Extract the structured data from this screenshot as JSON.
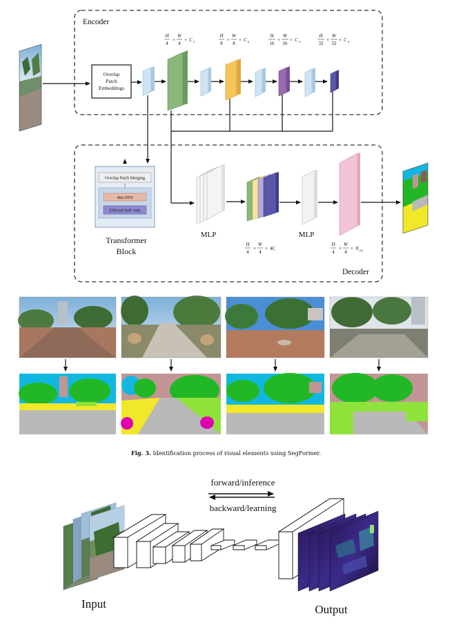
{
  "figure3": {
    "encoder_label": "Encoder",
    "decoder_label": "Decoder",
    "patch_embed_lines": [
      "Overlap",
      "Patch",
      "Embeddings"
    ],
    "stage_dims": [
      {
        "num": "H",
        "den": "4",
        "num2": "W",
        "den2": "4",
        "ch": "C",
        "sub": "1"
      },
      {
        "num": "H",
        "den": "8",
        "num2": "W",
        "den2": "8",
        "ch": "C",
        "sub": "2"
      },
      {
        "num": "H",
        "den": "16",
        "num2": "W",
        "den2": "16",
        "ch": "C",
        "sub": "3"
      },
      {
        "num": "H",
        "den": "32",
        "num2": "W",
        "den2": "32",
        "ch": "C",
        "sub": "4"
      }
    ],
    "transformer_block": {
      "overlap_merging": "Overlap Patch Merging",
      "mix_ffn": "Mix-FFN",
      "attn": "Efficient Self-Attn",
      "title_lines": [
        "Transformer",
        "Block"
      ]
    },
    "mlp1": "MLP",
    "mlp2": "MLP",
    "concat_dim": {
      "num": "H",
      "den": "4",
      "num2": "W",
      "den2": "4",
      "ch": "4C"
    },
    "out_dim": {
      "num": "H",
      "den": "4",
      "num2": "W",
      "den2": "4",
      "ch": "N",
      "sub": "cls"
    },
    "caption_label": "Fig. 3.",
    "caption_text": "Identification process of visual elements using SegFormer.",
    "colors": {
      "light_blue": "#cfe4f3",
      "green": "#8ab87a",
      "orange": "#f6c45a",
      "purple": "#9a6bb0",
      "indigo": "#5a56a8",
      "pink": "#f1c3d6",
      "yellow": "#f2f07a",
      "seg_sky": "#12b7e0",
      "seg_tree": "#22b825",
      "seg_road": "#b9b9b9",
      "seg_building": "#c29595",
      "seg_grass": "#8fe23a",
      "seg_magenta": "#e000b0"
    }
  },
  "figure4": {
    "forward_label": "forward/inference",
    "backward_label": "backward/learning",
    "input_label": "Input",
    "output_label": "Output"
  }
}
